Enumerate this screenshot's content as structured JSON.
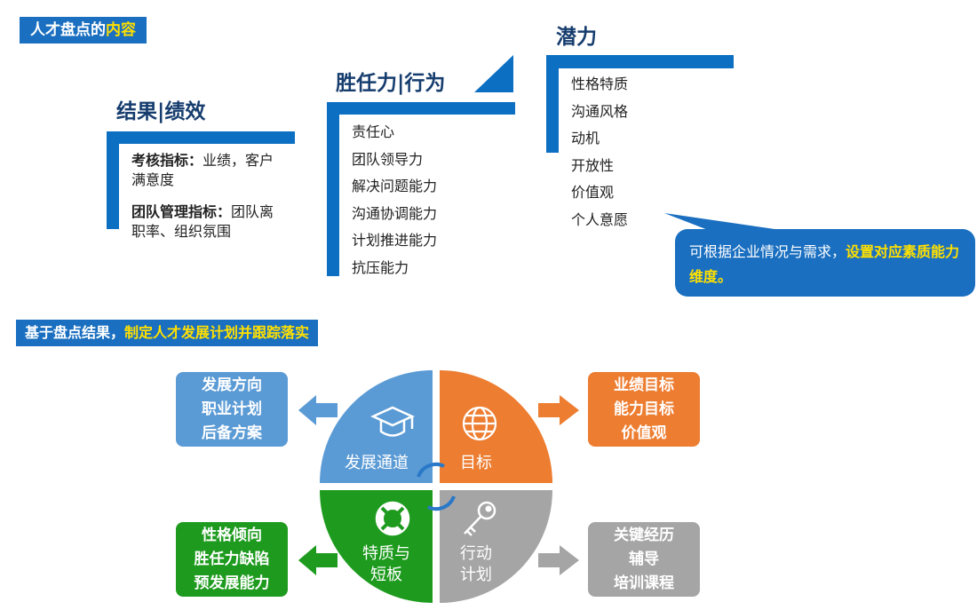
{
  "top_tag": {
    "text": "人才盘点的",
    "highlight": "内容"
  },
  "columns": {
    "results": {
      "heading": "结果|绩效",
      "items": [
        {
          "label": "考核指标：",
          "text": "业绩，客户满意度"
        },
        {
          "label": "团队管理指标：",
          "text": "团队离职率、组织氛围"
        }
      ]
    },
    "competency": {
      "heading": "胜任力|行为",
      "items": [
        "责任心",
        "团队领导力",
        "解决问题能力",
        "沟通协调能力",
        "计划推进能力",
        "抗压能力"
      ]
    },
    "potential": {
      "heading": "潜力",
      "items": [
        "性格特质",
        "沟通风格",
        "动机",
        "开放性",
        "价值观",
        "个人意愿"
      ]
    }
  },
  "callout": {
    "text": "可根据企业情况与需求，",
    "highlight": "设置对应素质能力维度。"
  },
  "bottom_tag": {
    "text": "基于盘点结果，",
    "highlight": "制定人才发展计划并跟踪落实"
  },
  "quadrants": {
    "development": {
      "label": "发展通道",
      "icon": "graduation-cap-icon",
      "color": "#5b9bd5"
    },
    "goal": {
      "label": "目标",
      "icon": "globe-icon",
      "color": "#ed7d31"
    },
    "traits": {
      "label_line1": "特质与",
      "label_line2": "短板",
      "icon": "lifebuoy-icon",
      "color": "#1e9b1e"
    },
    "action": {
      "label_line1": "行动",
      "label_line2": "计划",
      "icon": "key-icon",
      "color": "#a5a5a5"
    }
  },
  "side_boxes": {
    "development": [
      "发展方向",
      "职业计划",
      "后备方案"
    ],
    "goal": [
      "业绩目标",
      "能力目标",
      "价值观"
    ],
    "traits": [
      "性格倾向",
      "胜任力缺陷",
      "预发展能力"
    ],
    "action": [
      "关键经历",
      "辅导",
      "培训课程"
    ]
  },
  "colors": {
    "brand_blue": "#1a6fc0",
    "highlight_yellow": "#ffe000",
    "heading_navy": "#163d6e"
  }
}
